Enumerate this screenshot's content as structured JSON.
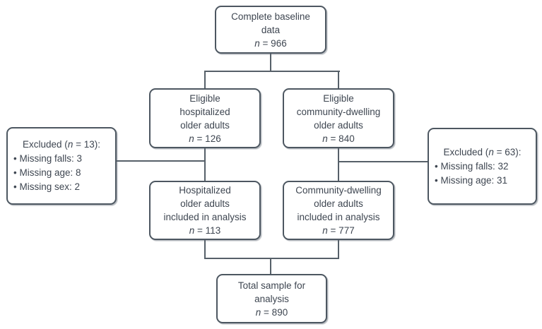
{
  "colors": {
    "background": "#ffffff",
    "box_border": "#4d5761",
    "text": "#3e4651",
    "connector": "#566069"
  },
  "flowchart": {
    "complete_baseline": {
      "title": "Complete baseline\ndata",
      "n_italic": "n",
      "n_rest": " = 966"
    },
    "eligible_hospitalized": {
      "title": "Eligible\nhospitalized\nolder adults",
      "n_italic": "n",
      "n_rest": " = 126"
    },
    "eligible_community": {
      "title": "Eligible\ncommunity-dwelling\nolder adults",
      "n_italic": "n",
      "n_rest": " = 840"
    },
    "excluded_left": {
      "head_pre": "Excluded (",
      "n_italic": "n",
      "head_post": " = 13):",
      "items": [
        "Missing falls: 3",
        "Missing age: 8",
        "Missing sex: 2"
      ]
    },
    "excluded_right": {
      "head_pre": "Excluded (",
      "n_italic": "n",
      "head_post": " = 63):",
      "items": [
        "Missing falls: 32",
        "Missing age: 31"
      ]
    },
    "hospitalized_included": {
      "title": "Hospitalized\nolder adults\nincluded in analysis",
      "n_italic": "n",
      "n_rest": " = 113"
    },
    "community_included": {
      "title": "Community-dwelling\nolder adults\nincluded in analysis",
      "n_italic": "n",
      "n_rest": " = 777"
    },
    "total_sample": {
      "title": "Total sample for\nanalysis",
      "n_italic": "n",
      "n_rest": " = 890"
    }
  }
}
